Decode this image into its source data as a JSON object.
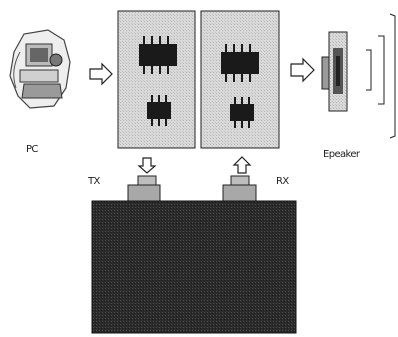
{
  "labels": {
    "pc": "PC",
    "speaker": "Epeaker",
    "tx": "TX",
    "rx": "RX"
  },
  "colors": {
    "board_bg": "#dcdcdc",
    "chip": "#1a1a1a",
    "pad": "#a8a8a8",
    "block": "#303030",
    "stroke": "#111111"
  },
  "icons": [
    "pc-icon",
    "arrow-right-icon",
    "arrow-down-icon",
    "arrow-up-icon",
    "speaker-icon",
    "sound-wave-icon"
  ]
}
